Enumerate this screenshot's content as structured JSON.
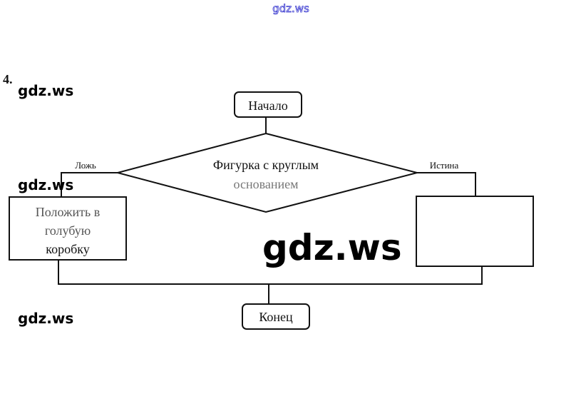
{
  "task_number": "4.",
  "watermarks": {
    "top": "gdz.ws",
    "left1": "gdz.ws",
    "left2": "gdz.ws",
    "left3": "gdz.ws",
    "center": "gdz.ws"
  },
  "flowchart": {
    "start": "Начало",
    "condition_line1": "Фигурка с круглым",
    "condition_line2": "основанием",
    "false_label": "Ложь",
    "true_label": "Истина",
    "false_action_line1": "Положить в",
    "false_action_line2": "голубую",
    "false_action_line3": "коробку",
    "true_action": "",
    "end": "Конец"
  },
  "colors": {
    "watermark_top": "#3a3ad0",
    "lines": "#111111"
  }
}
